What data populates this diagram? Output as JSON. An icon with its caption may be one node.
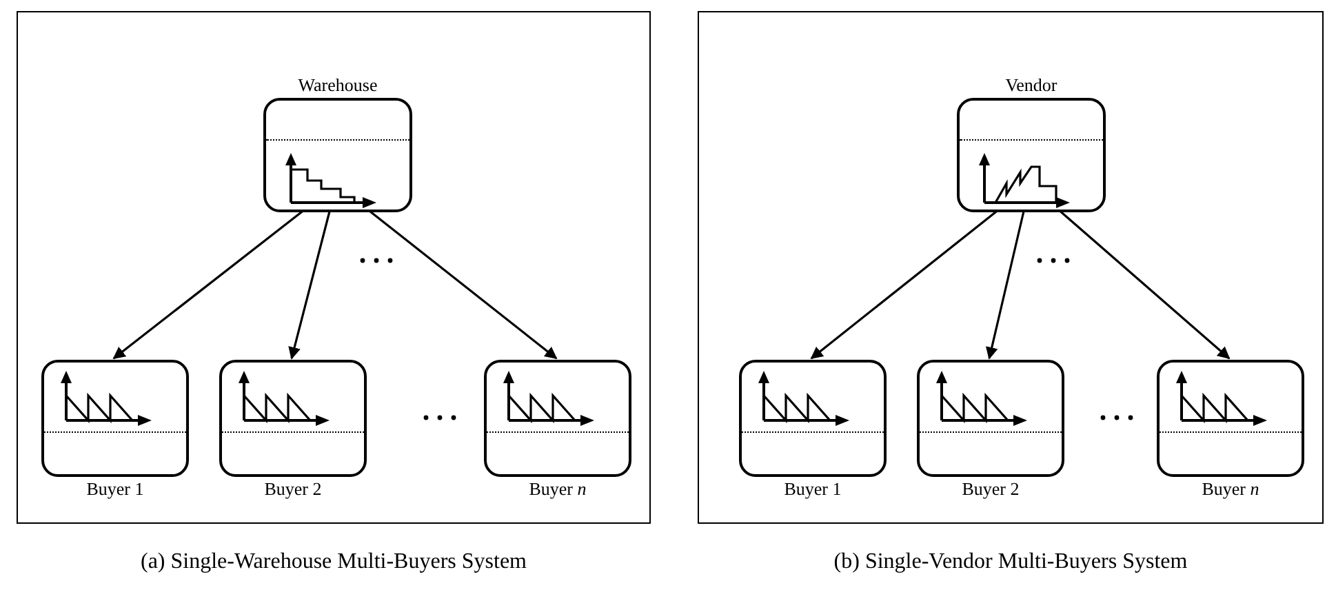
{
  "diagram": {
    "nodes": [
      {
        "text": [
          "(a) Single-Warehouse Multi-Buyers System"
        ]
      },
      {
        "text": [
          "Warehouse"
        ],
        "in": 0
      },
      {
        "text": [
          "Buyer 1"
        ],
        "in": 0
      },
      {
        "text": [
          "Buyer 2"
        ],
        "in": 0
      },
      {
        "text": [
          "Buyer *n*"
        ],
        "in": 0
      },
      {
        "text": [
          "(b) Single-Vendor Multi-Buyers System"
        ]
      },
      {
        "text": [
          "Vendor"
        ],
        "in": 5
      },
      {
        "text": [
          "Buyer 1"
        ],
        "in": 5
      },
      {
        "text": [
          "Buyer 2"
        ],
        "in": 5
      },
      {
        "text": [
          "Buyer *n*"
        ],
        "in": 5
      }
    ],
    "edges": [
      {
        "from": 1,
        "to": 2,
        "arrow": "to"
      },
      {
        "from": 1,
        "to": 3,
        "arrow": "to"
      },
      {
        "from": 1,
        "to": 4,
        "arrow": "to"
      },
      {
        "from": 6,
        "to": 7,
        "arrow": "to"
      },
      {
        "from": 6,
        "to": 8,
        "arrow": "to"
      },
      {
        "from": 6,
        "to": 9,
        "arrow": "to"
      }
    ]
  }
}
